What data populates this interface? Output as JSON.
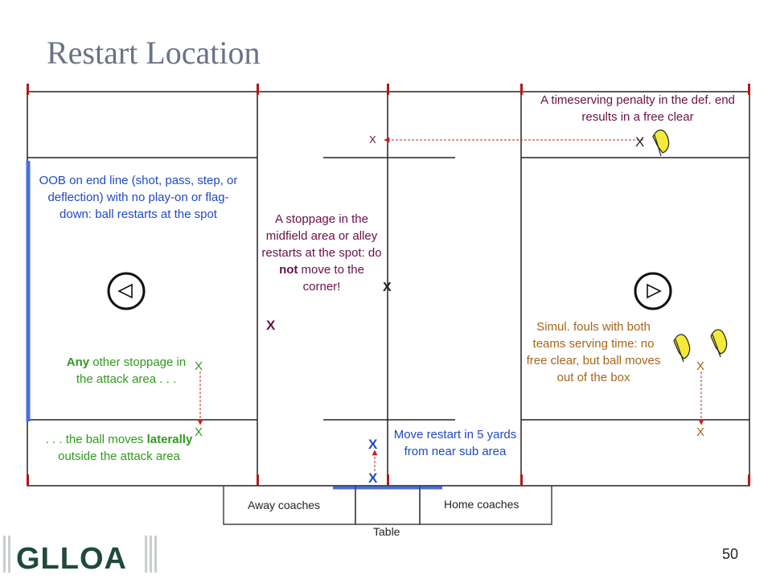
{
  "title": "Restart Location",
  "notes": {
    "timeserving": "A timeserving penalty in the def. end results in a free clear",
    "oob": "OOB on end line (shot, pass, step, or deflection) with no play-on or flag-down: ball restarts at the spot",
    "midfield_a": "A stoppage in the midfield area or alley restarts at the spot: do ",
    "midfield_bold": "not",
    "midfield_b": " move to the corner!",
    "simul": "Simul. fouls with both teams serving time: no free clear, but ball moves out of the box",
    "any_bold": "Any",
    "any_rest": " other stoppage in the attack area . . .",
    "lateral_a": ". . . the ball moves ",
    "lateral_bold": "laterally",
    "lateral_b": " outside the attack area",
    "move_restart": "Move restart in 5 yards from near sub area"
  },
  "marks": {
    "x_small": "X",
    "x_bold": "X"
  },
  "table": {
    "away": "Away coaches",
    "home": "Home coaches",
    "label": "Table"
  },
  "logo": "GLLOA",
  "page_number": "50",
  "colors": {
    "blue_text": "#1f48c8",
    "maroon_text": "#6a1048",
    "green_text": "#2f9a1c",
    "orange_text": "#a86418",
    "field_line": "#222222",
    "boundary_post": "#b01818",
    "blue_line": "#4a6ee0",
    "arrow_red": "#c82020",
    "flag_yellow": "#f4ea3a"
  },
  "icons": {
    "goal_left": "goal-circle-left-icon",
    "goal_right": "goal-circle-right-icon",
    "flag": "penalty-flag-icon"
  }
}
